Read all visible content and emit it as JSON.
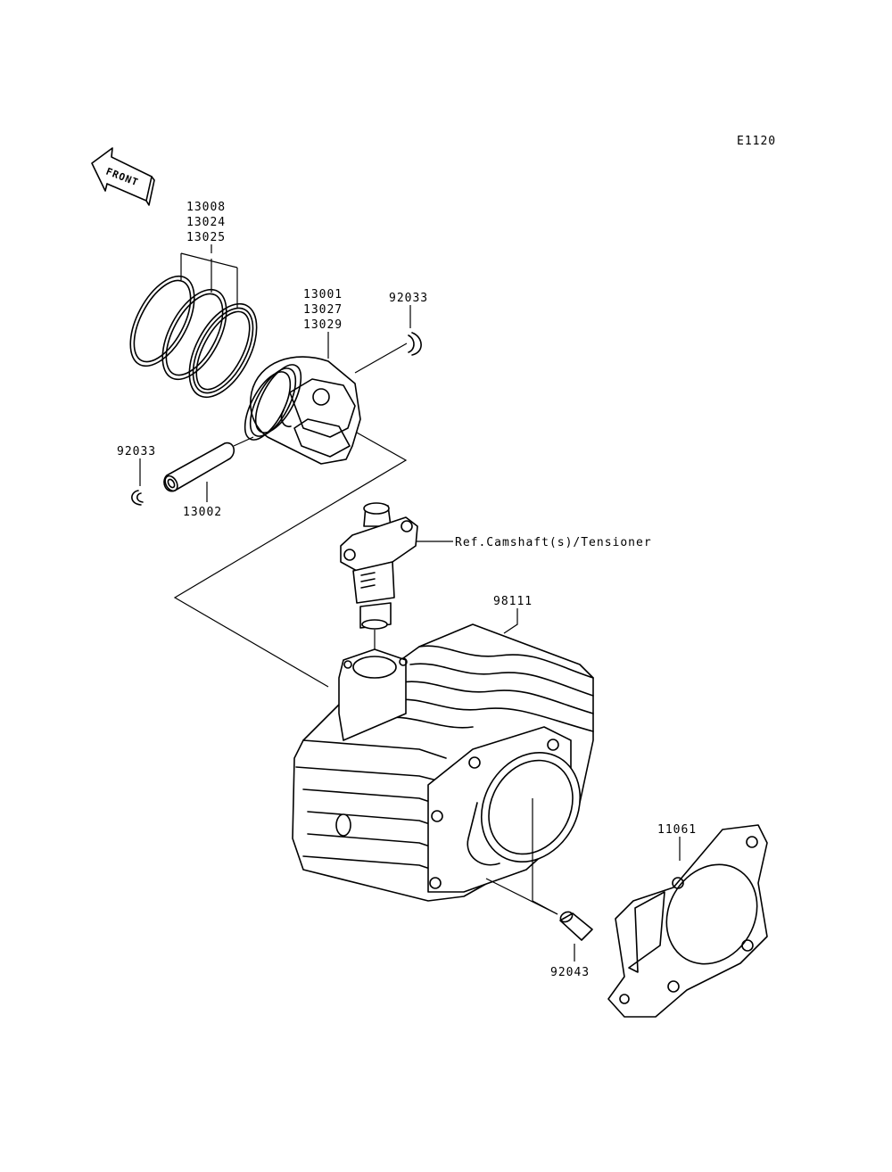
{
  "figure_code": "E1120",
  "front_label": "FRONT",
  "part_numbers": {
    "ring_set": [
      "13008",
      "13024",
      "13025"
    ],
    "piston": [
      "13001",
      "13027",
      "13029"
    ],
    "circlip_right": "92033",
    "circlip_left": "92033",
    "piston_pin": "13002",
    "cylinder": "98111",
    "dowel_pin": "92043",
    "gasket": "11061"
  },
  "reference_note": "Ref.Camshaft(s)/Tensioner"
}
